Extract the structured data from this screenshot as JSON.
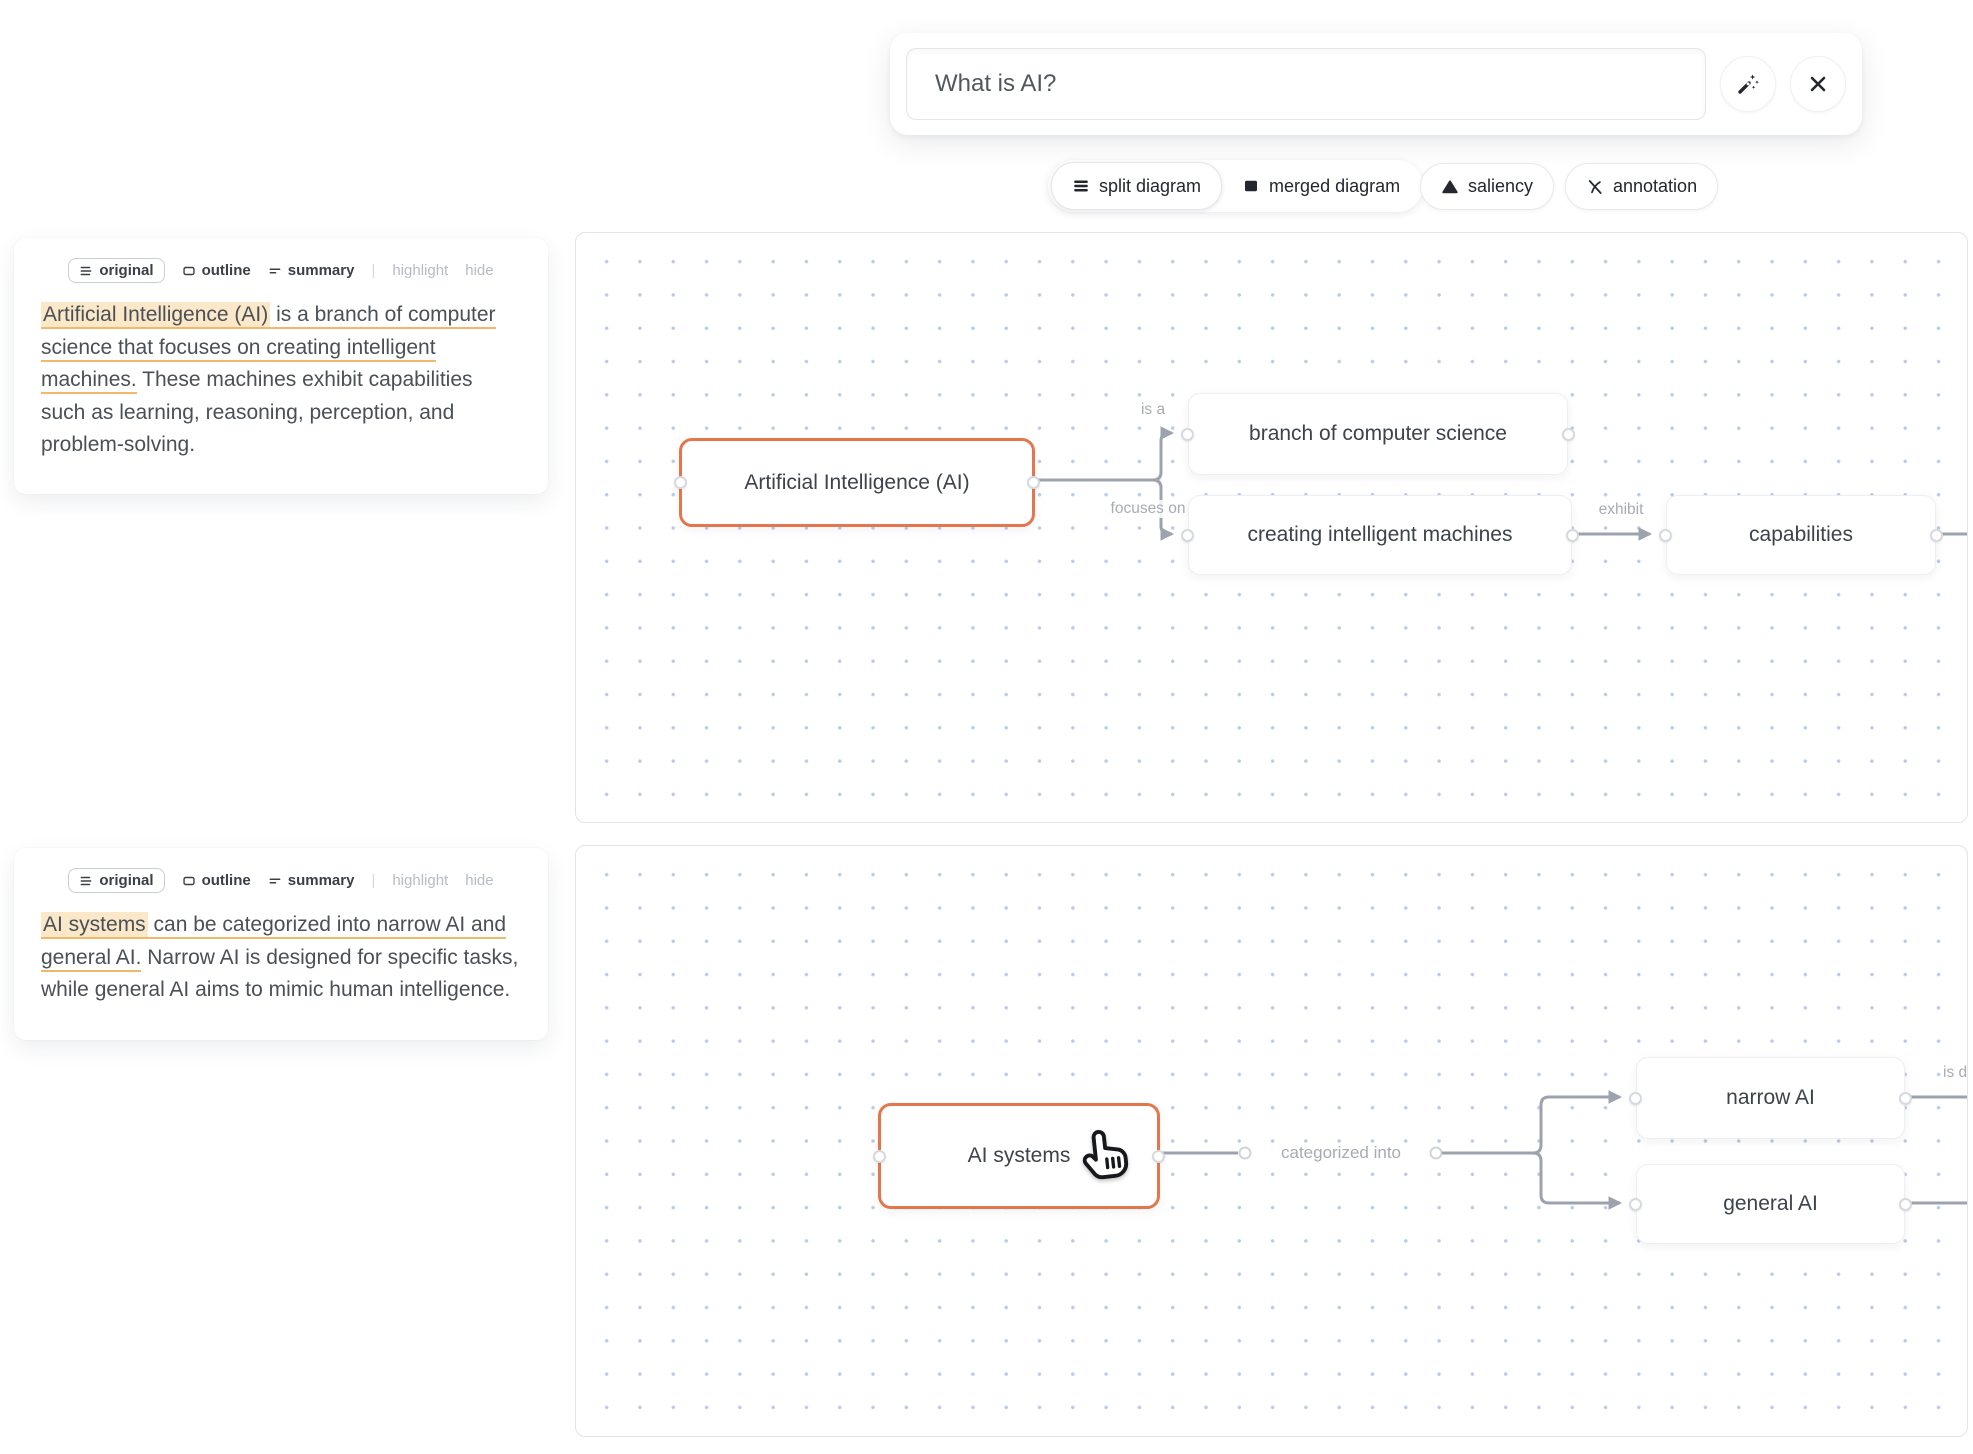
{
  "search": {
    "value": "What is AI?",
    "actions": {
      "wand_icon": "magic-wand",
      "close_icon": "close"
    }
  },
  "toolbar": {
    "split": {
      "label": "split diagram",
      "icon": "rows"
    },
    "merged": {
      "label": "merged diagram",
      "icon": "filled-square"
    },
    "saliency": {
      "label": "saliency",
      "icon": "filled-triangle"
    },
    "annotation": {
      "label": "annotation",
      "icon": "pen-slash"
    }
  },
  "tabs": {
    "original": "original",
    "outline": "outline",
    "summary": "summary",
    "separator": "|",
    "highlight": "highlight",
    "hide": "hide"
  },
  "panel1": {
    "highlighted": "Artificial Intelligence (AI)",
    "underlined": " is a branch of computer science that focuses on creating intelligent machines.",
    "plain": " These machines exhibit capabilities such as learning, reasoning, perception, and problem-solving."
  },
  "panel2": {
    "highlighted": "AI systems",
    "underlined": " can be categorized into narrow AI and general AI.",
    "plain": " Narrow AI is designed for specific tasks, while general AI aims to mimic human intelligence."
  },
  "diagram1": {
    "main": "Artificial Intelligence (AI)",
    "branch": "branch of computer science",
    "creating": "creating intelligent machines",
    "capabilities": "capabilities",
    "label_isa": "is a",
    "label_focuses": "focuses on",
    "label_exhibit": "exhibit"
  },
  "diagram2": {
    "main": "AI systems",
    "narrow": "narrow AI",
    "general": "general AI",
    "label_categorized": "categorized into",
    "label_clipped": "is de"
  },
  "colors": {
    "accent_orange": "#e4764e",
    "highlight_bg": "#fbe8c9",
    "underline_orange": "#f0b969",
    "edge_gray": "#9ca3af",
    "grid_dot_blue": "#b9c9ea"
  }
}
